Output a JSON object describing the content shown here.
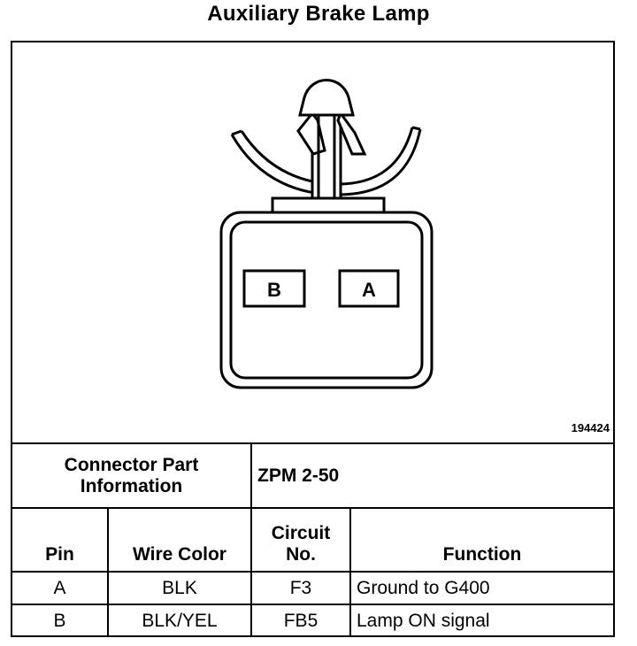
{
  "title": "Auxiliary Brake Lamp",
  "figure_number": "194424",
  "connector": {
    "terminals": [
      "B",
      "A"
    ]
  },
  "part_info": {
    "label_line1": "Connector Part",
    "label_line2": "Information",
    "value": "ZPM 2-50"
  },
  "headers": {
    "pin": "Pin",
    "wire_color": "Wire Color",
    "circuit_line1": "Circuit",
    "circuit_line2": "No.",
    "function": "Function"
  },
  "rows": [
    {
      "pin": "A",
      "wire_color": "BLK",
      "circuit": "F3",
      "function": "Ground to G400"
    },
    {
      "pin": "B",
      "wire_color": "BLK/YEL",
      "circuit": "FB5",
      "function": "Lamp ON signal"
    }
  ]
}
